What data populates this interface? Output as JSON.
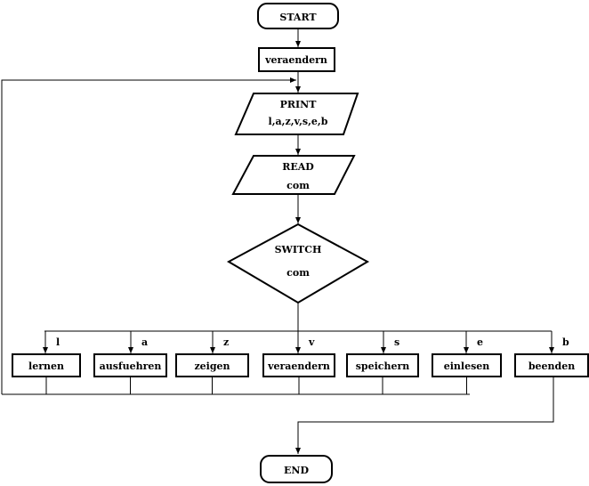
{
  "diagram": {
    "start": "START",
    "init": "veraendern",
    "print_title": "PRINT",
    "print_options": "l,a,z,v,s,e,b",
    "read_title": "READ",
    "read_var": "com",
    "switch_title": "SWITCH",
    "switch_var": "com",
    "cases": [
      {
        "key": "l",
        "action": "lernen"
      },
      {
        "key": "a",
        "action": "ausfuehren"
      },
      {
        "key": "z",
        "action": "zeigen"
      },
      {
        "key": "v",
        "action": "veraendern"
      },
      {
        "key": "s",
        "action": "speichern"
      },
      {
        "key": "e",
        "action": "einlesen"
      },
      {
        "key": "b",
        "action": "beenden"
      }
    ],
    "end": "END"
  }
}
